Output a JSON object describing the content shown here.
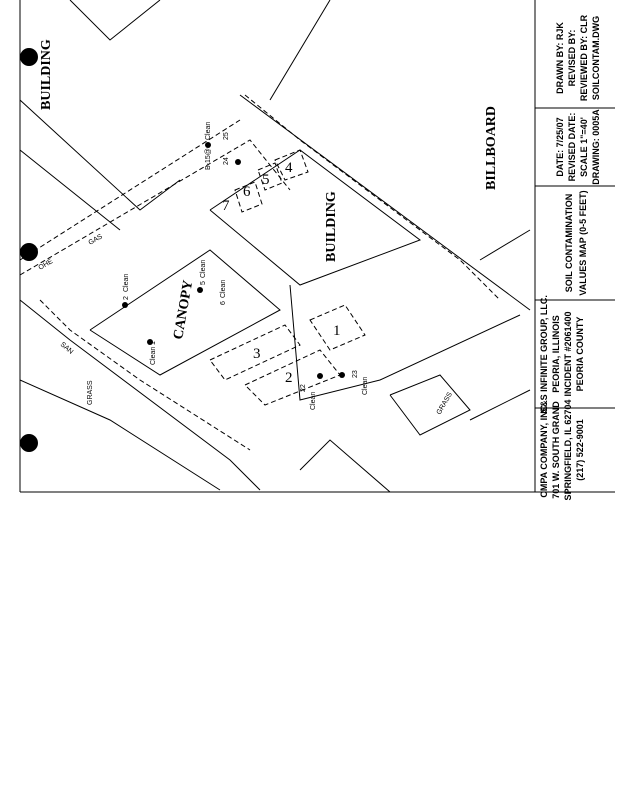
{
  "map": {
    "labels": {
      "building_top": "BUILDING",
      "building_center": "BUILDING",
      "billboard": "BILLBOARD",
      "canopy": "CANOPY",
      "grass_left": "GRASS",
      "grass_right": "GRASS"
    },
    "lines": {
      "ohe": "OHE",
      "gas": "GAS",
      "san": "SAN"
    },
    "areas": [
      "1",
      "2",
      "3",
      "4",
      "5",
      "6",
      "7"
    ],
    "samples": [
      {
        "id": "B-15@",
        "result": "Clean"
      },
      {
        "id": "24",
        "result": ""
      },
      {
        "id": "25",
        "result": ""
      },
      {
        "id": "2",
        "result": "Clean"
      },
      {
        "id": "5",
        "result": "Clean"
      },
      {
        "id": "6",
        "result": "Clean"
      },
      {
        "id": "1",
        "result": "Clean"
      },
      {
        "id": "22",
        "result": "Clean"
      },
      {
        "id": "23",
        "result": "Clean"
      }
    ]
  },
  "title_block": {
    "drawn": [
      "DRAWN BY: RJK",
      "REVISED BY:",
      "REVIEWED BY: CLR",
      "SOILCONTAM.DWG"
    ],
    "dates": [
      "DATE: 7/25/07",
      "REVISED DATE:",
      "SCALE 1\"=40'",
      "DRAWING: 0005A"
    ],
    "title": [
      "SOIL CONTAMINATION",
      "VALUES MAP (0-5 FEET)"
    ],
    "client": [
      "S&S INFINITE GROUP, LLC.",
      "PEORIA, ILLINOIS",
      "INCIDENT #2061400",
      "PEORIA COUNTY"
    ],
    "company": [
      "CMPA COMPANY, INC.",
      "701 W. SOUTH GRAND",
      "SPRINGFIELD, IL 62704",
      "(217) 522-9001"
    ]
  }
}
